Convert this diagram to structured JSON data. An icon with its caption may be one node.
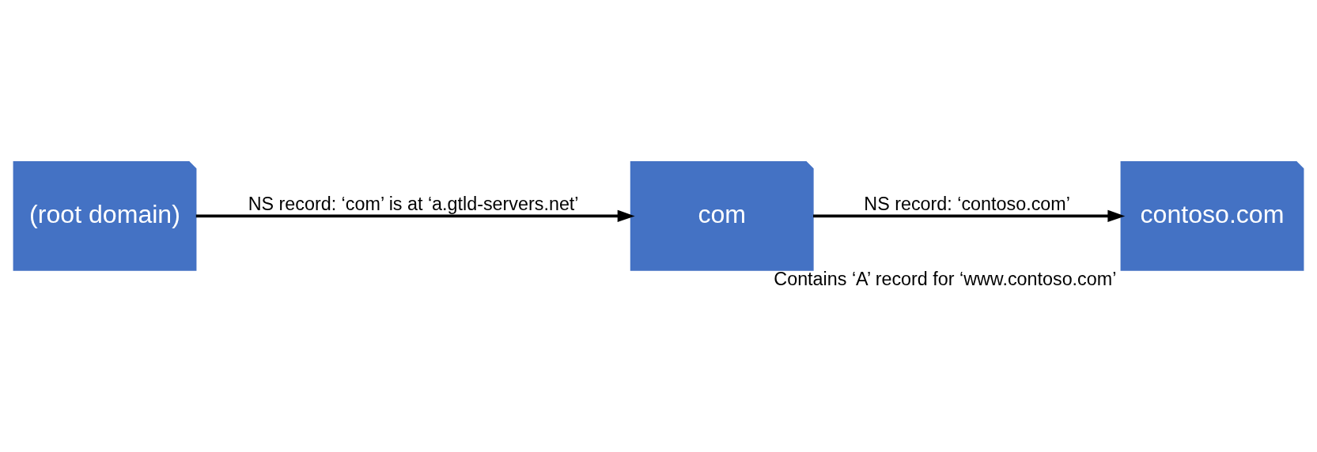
{
  "diagram": {
    "nodes": [
      {
        "text": [
          "(root domain)"
        ]
      },
      {
        "text": [
          "com"
        ]
      },
      {
        "text": [
          "contoso.com"
        ],
        "beside": [
          "Contains ‘A’ record for ‘www.contoso.com’"
        ]
      }
    ],
    "edges": [
      {
        "from": 0,
        "to": 1,
        "arrow": "to",
        "label": "NS record: ‘com’ is at ‘a.gtld-servers.net’"
      },
      {
        "from": 1,
        "to": 2,
        "arrow": "to",
        "label": "NS record: ‘contoso.com’"
      }
    ]
  }
}
